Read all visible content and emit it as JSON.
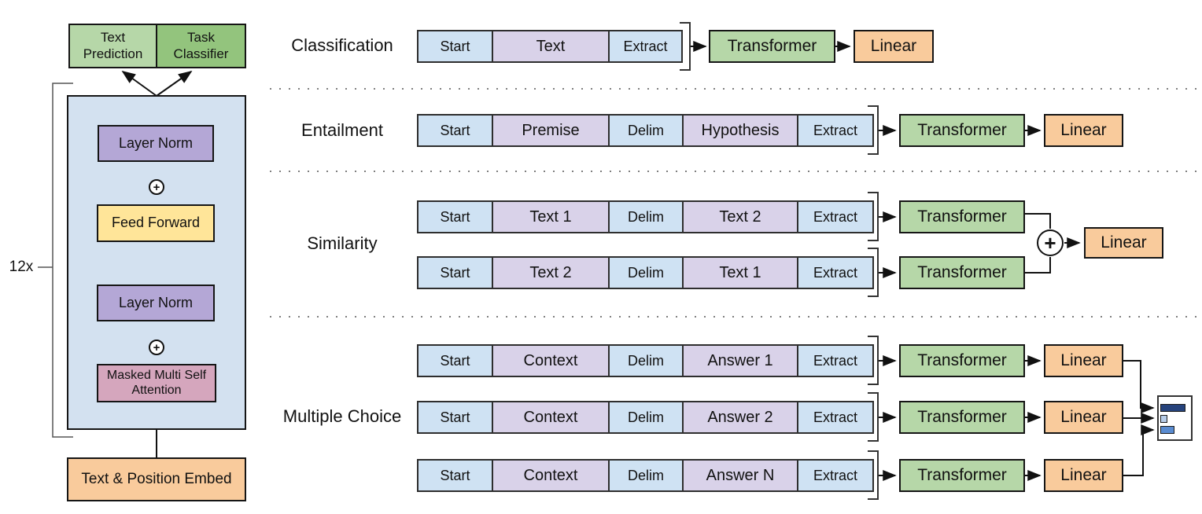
{
  "figure": {
    "description_left_panel": "transformer-decoder-stack",
    "repeat_label": "12x"
  },
  "architecture": {
    "text_prediction": "Text Prediction",
    "task_classifier": "Task Classifier",
    "layer_norm_top": "Layer Norm",
    "feed_forward": "Feed Forward",
    "layer_norm_bottom": "Layer Norm",
    "masked_attention": "Masked Multi Self Attention",
    "embed": "Text & Position Embed",
    "add_symbol": "+",
    "repeat_label": "12x"
  },
  "colors": {
    "token_blue": "#cfe2f3",
    "content_purple": "#d9d2e9",
    "container_blue": "#d3e1f0",
    "layer_norm_purple": "#b4a7d6",
    "feed_forward_yellow": "#ffe599",
    "attention_pink": "#d5a6bd",
    "embed_orange": "#f9cb9c",
    "transformer_green": "#b6d7a8",
    "task_classifier_green": "#93c47d",
    "bar_dark_navy": "#26437c",
    "bar_light_blue": "#b6cce8",
    "bar_medium_blue": "#598bd0"
  },
  "tasks": [
    {
      "label": "Classification",
      "rows": [
        {
          "cells": [
            {
              "text": "Start",
              "type": "token"
            },
            {
              "text": "Text",
              "type": "content"
            },
            {
              "text": "Extract",
              "type": "token"
            }
          ],
          "transformer": "Transformer",
          "linear": "Linear"
        }
      ]
    },
    {
      "label": "Entailment",
      "rows": [
        {
          "cells": [
            {
              "text": "Start",
              "type": "token"
            },
            {
              "text": "Premise",
              "type": "content"
            },
            {
              "text": "Delim",
              "type": "token"
            },
            {
              "text": "Hypothesis",
              "type": "content"
            },
            {
              "text": "Extract",
              "type": "token"
            }
          ],
          "transformer": "Transformer",
          "linear": "Linear"
        }
      ]
    },
    {
      "label": "Similarity",
      "combine_symbol": "+",
      "linear": "Linear",
      "rows": [
        {
          "cells": [
            {
              "text": "Start",
              "type": "token"
            },
            {
              "text": "Text 1",
              "type": "content"
            },
            {
              "text": "Delim",
              "type": "token"
            },
            {
              "text": "Text 2",
              "type": "content"
            },
            {
              "text": "Extract",
              "type": "token"
            }
          ],
          "transformer": "Transformer"
        },
        {
          "cells": [
            {
              "text": "Start",
              "type": "token"
            },
            {
              "text": "Text 2",
              "type": "content"
            },
            {
              "text": "Delim",
              "type": "token"
            },
            {
              "text": "Text 1",
              "type": "content"
            },
            {
              "text": "Extract",
              "type": "token"
            }
          ],
          "transformer": "Transformer"
        }
      ]
    },
    {
      "label": "Multiple Choice",
      "rows": [
        {
          "cells": [
            {
              "text": "Start",
              "type": "token"
            },
            {
              "text": "Context",
              "type": "content"
            },
            {
              "text": "Delim",
              "type": "token"
            },
            {
              "text": "Answer 1",
              "type": "content"
            },
            {
              "text": "Extract",
              "type": "token"
            }
          ],
          "transformer": "Transformer",
          "linear": "Linear"
        },
        {
          "cells": [
            {
              "text": "Start",
              "type": "token"
            },
            {
              "text": "Context",
              "type": "content"
            },
            {
              "text": "Delim",
              "type": "token"
            },
            {
              "text": "Answer 2",
              "type": "content"
            },
            {
              "text": "Extract",
              "type": "token"
            }
          ],
          "transformer": "Transformer",
          "linear": "Linear"
        },
        {
          "cells": [
            {
              "text": "Start",
              "type": "token"
            },
            {
              "text": "Context",
              "type": "content"
            },
            {
              "text": "Delim",
              "type": "token"
            },
            {
              "text": "Answer N",
              "type": "content"
            },
            {
              "text": "Extract",
              "type": "token"
            }
          ],
          "transformer": "Transformer",
          "linear": "Linear"
        }
      ],
      "output_distribution": {
        "bars": [
          {
            "relative_width": 0.72,
            "color": "#26437c"
          },
          {
            "relative_width": 0.2,
            "color": "#b6cce8"
          },
          {
            "relative_width": 0.42,
            "color": "#598bd0"
          }
        ]
      }
    }
  ]
}
